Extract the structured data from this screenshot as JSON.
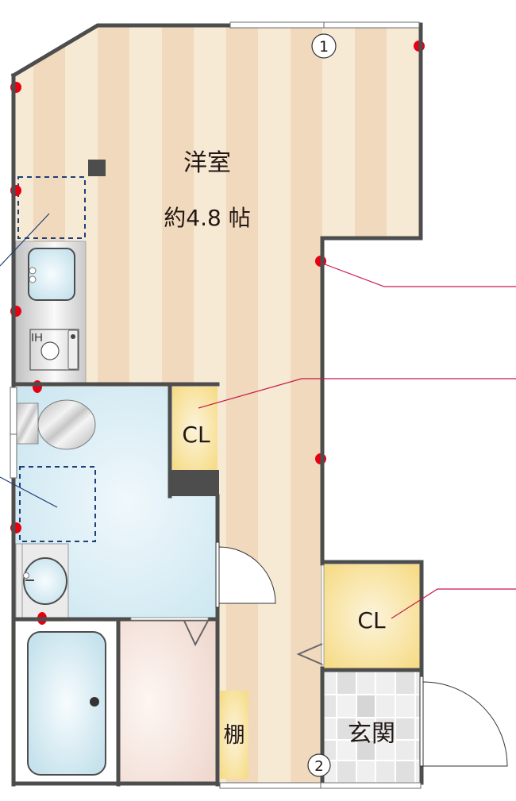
{
  "plan": {
    "western_room": {
      "name": "洋室",
      "area": "約4.8 帖"
    },
    "closet_1": {
      "label": "CL"
    },
    "closet_2": {
      "label": "CL"
    },
    "shelf": {
      "label": "棚"
    },
    "entrance": {
      "label": "玄関"
    },
    "kitchen": {
      "cooktop_label": "IH"
    },
    "view_markers": [
      {
        "label": "1"
      },
      {
        "label": "2"
      }
    ]
  },
  "colors": {
    "wall": "#4d4d4d",
    "outlet": "#e60012",
    "leader_red": "#c8174a",
    "leader_blue": "#1d3f7a",
    "floor_light": "#f7ead5",
    "floor_dark": "#f0d9bd",
    "closet": "#f6dc88",
    "wet_area": "#cde7f1",
    "dressing_area": "#f0d9cf",
    "text": "#231815"
  }
}
